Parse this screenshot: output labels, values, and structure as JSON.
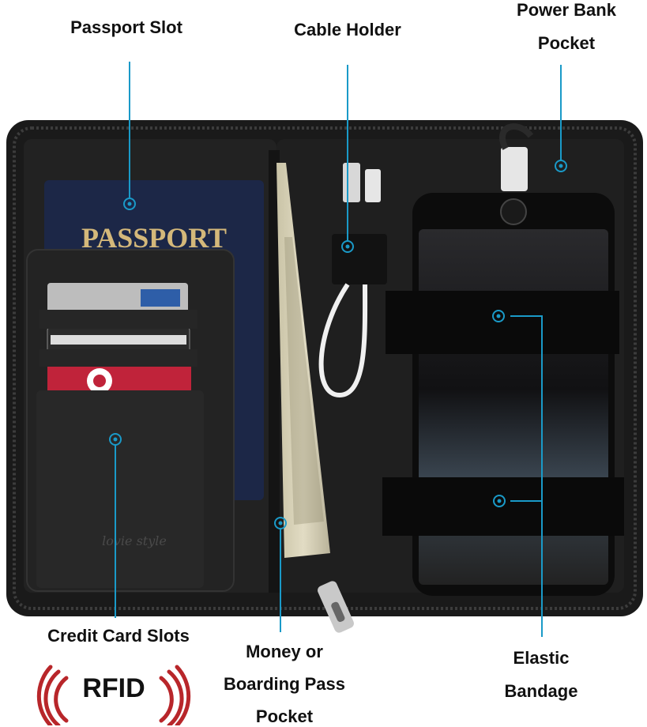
{
  "labels": {
    "passport_slot": "Passport Slot",
    "cable_holder": "Cable Holder",
    "power_bank_line1": "Power Bank",
    "power_bank_line2": "Pocket",
    "credit_card_slots": "Credit Card Slots",
    "money_line1": "Money or",
    "money_line2": "Boarding Pass",
    "money_line3": "Pocket",
    "elastic_line1": "Elastic",
    "elastic_line2": "Bandage"
  },
  "product_text": {
    "passport_cover": "PASSPORT",
    "logo_script": "lovie style"
  },
  "rfid_badge": "RFID",
  "colors": {
    "callout": "#1a9ac8",
    "wallet": "#1b1b1b",
    "passport": "#1c2747",
    "gold": "#d4b87a",
    "rfid_red": "#b8262a"
  },
  "icons": [
    "callout-target-icon",
    "rfid-wave-icon"
  ]
}
